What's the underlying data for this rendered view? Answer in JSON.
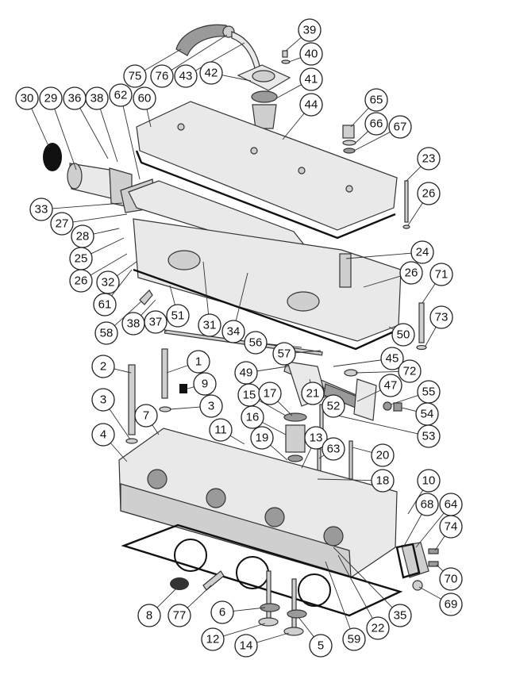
{
  "callouts": [
    {
      "id": "1",
      "label": "1"
    },
    {
      "id": "2",
      "label": "2"
    },
    {
      "id": "3a",
      "label": "3"
    },
    {
      "id": "3b",
      "label": "3"
    },
    {
      "id": "4",
      "label": "4"
    },
    {
      "id": "5",
      "label": "5"
    },
    {
      "id": "6",
      "label": "6"
    },
    {
      "id": "7",
      "label": "7"
    },
    {
      "id": "8",
      "label": "8"
    },
    {
      "id": "9",
      "label": "9"
    },
    {
      "id": "10",
      "label": "10"
    },
    {
      "id": "11",
      "label": "11"
    },
    {
      "id": "12",
      "label": "12"
    },
    {
      "id": "13",
      "label": "13"
    },
    {
      "id": "14",
      "label": "14"
    },
    {
      "id": "15",
      "label": "15"
    },
    {
      "id": "16",
      "label": "16"
    },
    {
      "id": "17",
      "label": "17"
    },
    {
      "id": "18",
      "label": "18"
    },
    {
      "id": "19",
      "label": "19"
    },
    {
      "id": "20",
      "label": "20"
    },
    {
      "id": "21",
      "label": "21"
    },
    {
      "id": "22",
      "label": "22"
    },
    {
      "id": "23",
      "label": "23"
    },
    {
      "id": "24",
      "label": "24"
    },
    {
      "id": "25",
      "label": "25"
    },
    {
      "id": "26a",
      "label": "26"
    },
    {
      "id": "26b",
      "label": "26"
    },
    {
      "id": "26c",
      "label": "26"
    },
    {
      "id": "27",
      "label": "27"
    },
    {
      "id": "28",
      "label": "28"
    },
    {
      "id": "29",
      "label": "29"
    },
    {
      "id": "30",
      "label": "30"
    },
    {
      "id": "31",
      "label": "31"
    },
    {
      "id": "32",
      "label": "32"
    },
    {
      "id": "33",
      "label": "33"
    },
    {
      "id": "34",
      "label": "34"
    },
    {
      "id": "35",
      "label": "35"
    },
    {
      "id": "36",
      "label": "36"
    },
    {
      "id": "37",
      "label": "37"
    },
    {
      "id": "38a",
      "label": "38"
    },
    {
      "id": "38b",
      "label": "38"
    },
    {
      "id": "39",
      "label": "39"
    },
    {
      "id": "40",
      "label": "40"
    },
    {
      "id": "41",
      "label": "41"
    },
    {
      "id": "42",
      "label": "42"
    },
    {
      "id": "43",
      "label": "43"
    },
    {
      "id": "44",
      "label": "44"
    },
    {
      "id": "45",
      "label": "45"
    },
    {
      "id": "47",
      "label": "47"
    },
    {
      "id": "49",
      "label": "49"
    },
    {
      "id": "50",
      "label": "50"
    },
    {
      "id": "51",
      "label": "51"
    },
    {
      "id": "52",
      "label": "52"
    },
    {
      "id": "53",
      "label": "53"
    },
    {
      "id": "54",
      "label": "54"
    },
    {
      "id": "55",
      "label": "55"
    },
    {
      "id": "56",
      "label": "56"
    },
    {
      "id": "57",
      "label": "57"
    },
    {
      "id": "58",
      "label": "58"
    },
    {
      "id": "59",
      "label": "59"
    },
    {
      "id": "60",
      "label": "60"
    },
    {
      "id": "61",
      "label": "61"
    },
    {
      "id": "62",
      "label": "62"
    },
    {
      "id": "63",
      "label": "63"
    },
    {
      "id": "64",
      "label": "64"
    },
    {
      "id": "65",
      "label": "65"
    },
    {
      "id": "66",
      "label": "66"
    },
    {
      "id": "67",
      "label": "67"
    },
    {
      "id": "68",
      "label": "68"
    },
    {
      "id": "69",
      "label": "69"
    },
    {
      "id": "70",
      "label": "70"
    },
    {
      "id": "71",
      "label": "71"
    },
    {
      "id": "72",
      "label": "72"
    },
    {
      "id": "73",
      "label": "73"
    },
    {
      "id": "74",
      "label": "74"
    },
    {
      "id": "75",
      "label": "75"
    },
    {
      "id": "76",
      "label": "76"
    },
    {
      "id": "77",
      "label": "77"
    }
  ],
  "colors": {
    "outline": "#333333",
    "part_light": "#e9e9e9",
    "part_mid": "#cfcfcf",
    "part_dark": "#9a9a9a",
    "gasket": "#111111"
  }
}
